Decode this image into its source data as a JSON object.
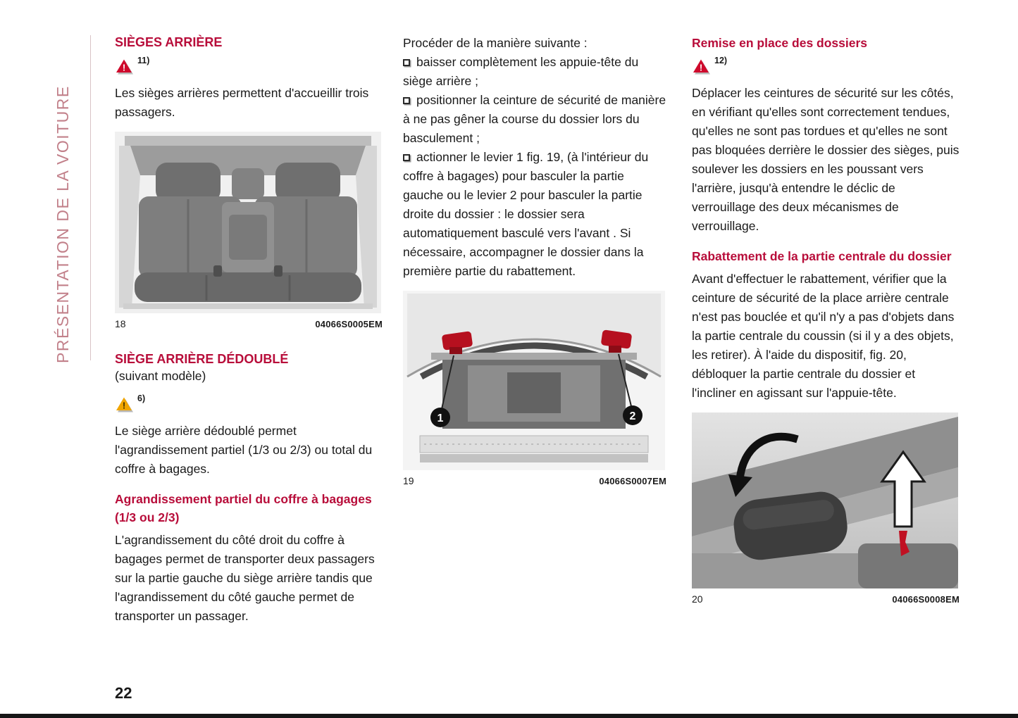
{
  "page": {
    "number": "22",
    "sidebar_label": "PRÉSENTATION DE LA VOITURE"
  },
  "colors": {
    "heading_red": "#b80d3a",
    "sidebar_red": "#c2808a",
    "warning_red": "#cf0a2c",
    "caution_amber": "#f0a500",
    "figure_accent_red": "#b6101f",
    "text": "#1a1a1a"
  },
  "col1": {
    "heading": "SIÈGES ARRIÈRE",
    "warning1": {
      "icon": "warning-triangle-icon",
      "ref": "11)"
    },
    "para1": "Les sièges arrières permettent d'accueillir trois passagers.",
    "figure18": {
      "number": "18",
      "code": "04066S0005EM"
    },
    "heading2": "SIÈGE ARRIÈRE DÉDOUBLÉ",
    "heading2_note": "(suivant modèle)",
    "warning2": {
      "icon": "caution-triangle-icon",
      "ref": "6)"
    },
    "para2": "Le siège arrière dédoublé permet l'agrandissement partiel (1/3 ou 2/3) ou total du coffre à bagages.",
    "subheading": "Agrandissement partiel du coffre à bagages (1/3 ou 2/3)",
    "para3": "L'agrandissement du côté droit du coffre à bagages permet de transporter deux passagers sur la partie gauche du siège arrière tandis que l'agrandissement du côté gauche permet de transporter un passager."
  },
  "col2": {
    "intro": "Procéder de la manière suivante :",
    "bullets": [
      "baisser complètement les appuie-tête du siège arrière ;",
      "positionner la ceinture de sécurité de manière à ne pas gêner la course du dossier lors du basculement ;",
      "actionner le levier 1 fig. 19, (à l'intérieur du coffre à bagages) pour basculer la partie gauche ou le levier 2 pour basculer la partie droite du dossier : le dossier sera automatiquement basculé vers l'avant . Si nécessaire, accompagner le dossier dans la première partie du rabattement."
    ],
    "figure19": {
      "number": "19",
      "code": "04066S0007EM",
      "label1": "1",
      "label2": "2"
    }
  },
  "col3": {
    "heading": "Remise en place des dossiers",
    "warning": {
      "icon": "warning-triangle-icon",
      "ref": "12)"
    },
    "para1": "Déplacer les ceintures de sécurité sur les côtés, en vérifiant qu'elles sont correctement tendues, qu'elles ne sont pas tordues et qu'elles ne sont pas bloquées derrière le dossier des sièges, puis soulever les dossiers en les poussant vers l'arrière, jusqu'à entendre le déclic de verrouillage des deux mécanismes de verrouillage.",
    "heading2": "Rabattement de la partie centrale du dossier",
    "para2": "Avant d'effectuer le rabattement, vérifier que la ceinture de sécurité de la place arrière centrale n'est pas bouclée et qu'il n'y a pas d'objets dans la partie centrale du coussin (si il y a des objets, les retirer). À l'aide du dispositif, fig. 20, débloquer la partie centrale du dossier et l'incliner en agissant sur l'appuie-tête.",
    "figure20": {
      "number": "20",
      "code": "04066S0008EM"
    }
  }
}
